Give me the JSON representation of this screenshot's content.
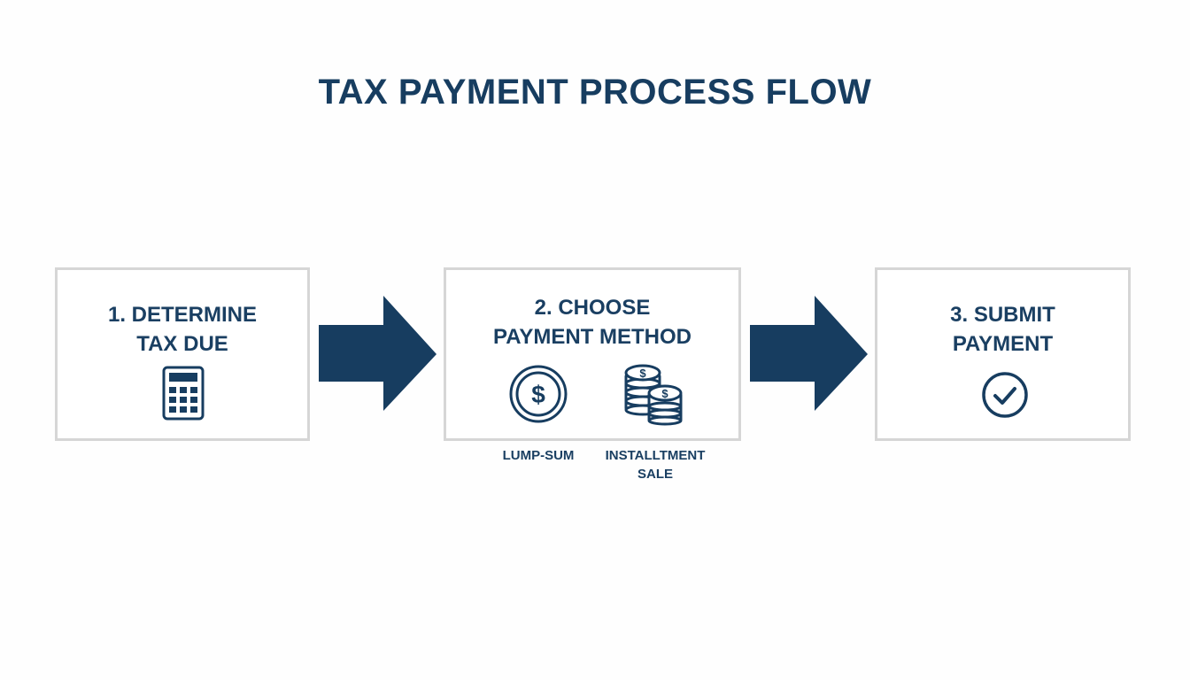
{
  "diagram": {
    "title": "TAX PAYMENT PROCESS FLOW",
    "colors": {
      "primary": "#173d60",
      "box_border": "#d6d6d6",
      "background": "#fefefe"
    },
    "steps": [
      {
        "line1": "1. DETERMINE",
        "line2": "TAX DUE",
        "icon": "calculator-icon"
      },
      {
        "line1": "2. CHOOSE",
        "line2": "PAYMENT METHOD",
        "options": [
          {
            "icon": "dollar-coin-icon",
            "label_line1": "LUMP-SUM",
            "label_line2": ""
          },
          {
            "icon": "coin-stacks-icon",
            "label_line1": "INSTALLTMENT",
            "label_line2": "SALE"
          }
        ]
      },
      {
        "line1": "3. SUBMIT",
        "line2": "PAYMENT",
        "icon": "check-circle-icon"
      }
    ]
  }
}
